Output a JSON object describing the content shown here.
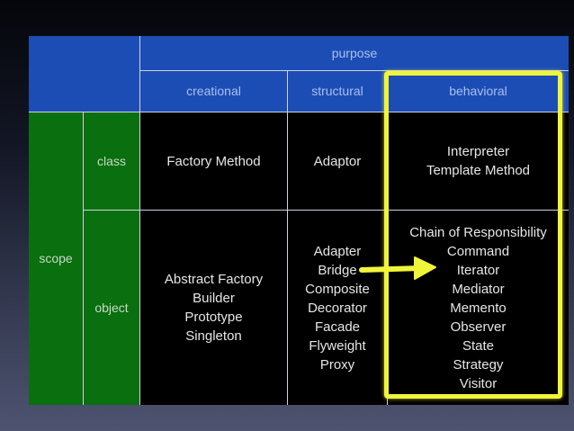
{
  "headers": {
    "purpose": "purpose",
    "creational": "creational",
    "structural": "structural",
    "behavioral": "behavioral",
    "scope": "scope",
    "class": "class",
    "object": "object"
  },
  "class_row": {
    "creational": [
      "Factory Method"
    ],
    "structural": [
      "Adaptor"
    ],
    "behavioral": [
      "Interpreter",
      "Template Method"
    ]
  },
  "object_row": {
    "creational": [
      "Abstract Factory",
      "Builder",
      "Prototype",
      "Singleton"
    ],
    "structural": [
      "Adapter",
      "Bridge",
      "Composite",
      "Decorator",
      "Facade",
      "Flyweight",
      "Proxy"
    ],
    "behavioral": [
      "Chain of Responsibility",
      "Command",
      "Iterator",
      "Mediator",
      "Memento",
      "Observer",
      "State",
      "Strategy",
      "Visitor"
    ]
  },
  "colors": {
    "header": "#1c4db5",
    "scope": "#0a6f0e",
    "highlight": "#f0f53a"
  }
}
